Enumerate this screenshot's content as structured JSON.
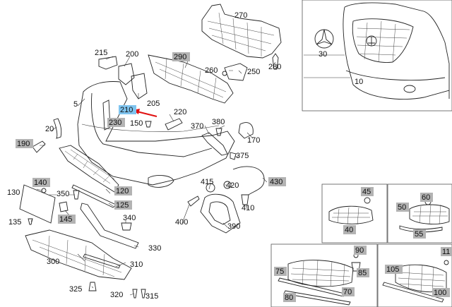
{
  "diagram": {
    "callouts": [
      {
        "id": "c5",
        "text": "5",
        "tag": "none"
      },
      {
        "id": "c10",
        "text": "10",
        "tag": "none"
      },
      {
        "id": "c20",
        "text": "20",
        "tag": "none"
      },
      {
        "id": "c30",
        "text": "30",
        "tag": "none"
      },
      {
        "id": "c40",
        "text": "40",
        "tag": "grey"
      },
      {
        "id": "c45",
        "text": "45",
        "tag": "grey"
      },
      {
        "id": "c50",
        "text": "50",
        "tag": "grey"
      },
      {
        "id": "c55",
        "text": "55",
        "tag": "grey"
      },
      {
        "id": "c60",
        "text": "60",
        "tag": "grey"
      },
      {
        "id": "c70",
        "text": "70",
        "tag": "grey"
      },
      {
        "id": "c75",
        "text": "75",
        "tag": "grey"
      },
      {
        "id": "c80",
        "text": "80",
        "tag": "grey"
      },
      {
        "id": "c85",
        "text": "85",
        "tag": "grey"
      },
      {
        "id": "c90",
        "text": "90",
        "tag": "grey"
      },
      {
        "id": "c100",
        "text": "100",
        "tag": "grey"
      },
      {
        "id": "c105",
        "text": "105",
        "tag": "grey"
      },
      {
        "id": "c110",
        "text": "11",
        "tag": "grey"
      },
      {
        "id": "c120",
        "text": "120",
        "tag": "grey"
      },
      {
        "id": "c125",
        "text": "125",
        "tag": "grey"
      },
      {
        "id": "c130",
        "text": "130",
        "tag": "none"
      },
      {
        "id": "c135",
        "text": "135",
        "tag": "none"
      },
      {
        "id": "c140",
        "text": "140",
        "tag": "grey"
      },
      {
        "id": "c145",
        "text": "145",
        "tag": "grey"
      },
      {
        "id": "c150",
        "text": "150",
        "tag": "none"
      },
      {
        "id": "c170",
        "text": "170",
        "tag": "none"
      },
      {
        "id": "c190",
        "text": "190",
        "tag": "grey"
      },
      {
        "id": "c200",
        "text": "200",
        "tag": "none"
      },
      {
        "id": "c205",
        "text": "205",
        "tag": "none"
      },
      {
        "id": "c210",
        "text": "210",
        "tag": "blue"
      },
      {
        "id": "c215",
        "text": "215",
        "tag": "none"
      },
      {
        "id": "c220",
        "text": "220",
        "tag": "none"
      },
      {
        "id": "c230",
        "text": "230",
        "tag": "grey"
      },
      {
        "id": "c250",
        "text": "250",
        "tag": "none"
      },
      {
        "id": "c260",
        "text": "260",
        "tag": "none"
      },
      {
        "id": "c270",
        "text": "270",
        "tag": "none"
      },
      {
        "id": "c280",
        "text": "280",
        "tag": "none"
      },
      {
        "id": "c290",
        "text": "290",
        "tag": "grey"
      },
      {
        "id": "c300",
        "text": "300",
        "tag": "none"
      },
      {
        "id": "c310",
        "text": "310",
        "tag": "none"
      },
      {
        "id": "c315",
        "text": "315",
        "tag": "none"
      },
      {
        "id": "c320",
        "text": "320",
        "tag": "none"
      },
      {
        "id": "c325",
        "text": "325",
        "tag": "none"
      },
      {
        "id": "c330",
        "text": "330",
        "tag": "none"
      },
      {
        "id": "c340",
        "text": "340",
        "tag": "none"
      },
      {
        "id": "c350",
        "text": "350",
        "tag": "none"
      },
      {
        "id": "c370",
        "text": "370",
        "tag": "none"
      },
      {
        "id": "c375",
        "text": "375",
        "tag": "none"
      },
      {
        "id": "c380",
        "text": "380",
        "tag": "none"
      },
      {
        "id": "c390",
        "text": "390",
        "tag": "none"
      },
      {
        "id": "c400",
        "text": "400",
        "tag": "none"
      },
      {
        "id": "c410",
        "text": "410",
        "tag": "none"
      },
      {
        "id": "c415",
        "text": "415",
        "tag": "none"
      },
      {
        "id": "c420",
        "text": "420",
        "tag": "none"
      },
      {
        "id": "c430",
        "text": "430",
        "tag": "grey"
      }
    ],
    "colors": {
      "grey_tag": "#b3b3b3",
      "blue_tag": "#7fc4ef",
      "pointer_arrow": "#e01010",
      "line_art": "#222222"
    }
  }
}
